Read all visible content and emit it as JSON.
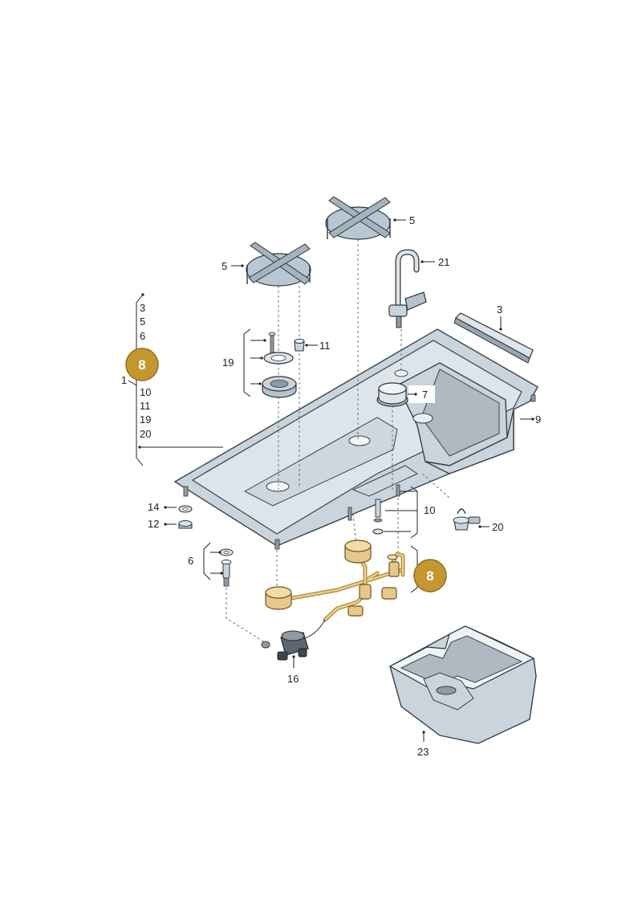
{
  "callouts": {
    "n1": "1",
    "n3_list": "3",
    "n5_list": "5",
    "n6_list": "6",
    "n10_list": "10",
    "n11_list": "11",
    "n19_list": "19",
    "n20_list": "20",
    "badge_left": "8",
    "badge_right": "8",
    "n5_left": "5",
    "n5_right": "5",
    "n21": "21",
    "n3_rail": "3",
    "n19": "19",
    "n11": "11",
    "n7": "7",
    "n9": "9",
    "n14": "14",
    "n12": "12",
    "n10": "10",
    "n20": "20",
    "n6": "6",
    "n16": "16",
    "n23": "23"
  },
  "colors": {
    "badge": "#c4982f",
    "metal": "#c9d4dc",
    "gold_part": "#e6c98a",
    "ink": "#222222"
  }
}
